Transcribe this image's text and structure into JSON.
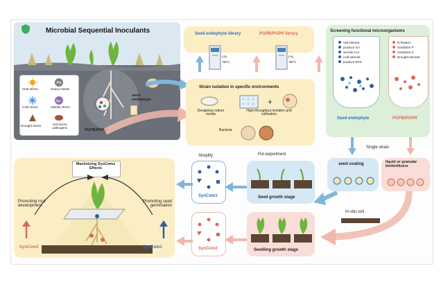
{
  "main_title": "Microbial Sequential Inoculants",
  "stress_box": {
    "heat": "Heat stress",
    "cold": "Cold stress",
    "drought": "Drought stress",
    "heavy_metals": "Heavy metals",
    "salinity": "Salinity stress",
    "pathogens": "Soil-borne pathogens",
    "heavy_metals_symbol": "Pb",
    "salinity_symbol": "Na⁺"
  },
  "seed_endophyte_label": "seed endophyte",
  "pgpb_label": "PGPB/PGPR",
  "library": {
    "seed_endophyte_library": "Seed endophyte library",
    "pgpb_library": "PGPB/PGPR library",
    "freezer_n2": "LN₂",
    "freezer_temp": "-80°C"
  },
  "isolation": {
    "title": "Strain isolation in specific environments",
    "designing": "Designing culture media",
    "high_throughput": "High-throughput isolation and cultivation",
    "bacteria": "Bacteria"
  },
  "screening": {
    "title": "Screening functional microorganisms",
    "left_traits": [
      "salt tolerant",
      "produce GA",
      "secrete IAA",
      "cold tolerant",
      "produce EPS"
    ],
    "right_traits": [
      "N-fixation",
      "Solubilize P",
      "Solubilize K",
      "Drought-tolerant"
    ],
    "seed_endophyte": "Seed endophyte",
    "pgpb": "PGPB/PGPR"
  },
  "single_strain": "Single strain",
  "seed_coating": "seed coating",
  "liquid_biofertilizers": "liquid or granular biofertilizers",
  "in_situ_soil": "In-situ soil",
  "pot_experiment": "Pot experiment",
  "seed_growth_stage": "Seed growth stage",
  "seedling_growth_stage": "Seedling growth stage",
  "simplify": "Simplify",
  "syncom1": "SynCom1",
  "syncom2": "SynCom2",
  "maximizing": "Maximizing SynComs Effects",
  "promoting_root": "Promoting root development",
  "promoting_seed": "Promoting seed germination",
  "colors": {
    "yellow_panel": "#fbeec4",
    "blue_panel": "#d5e8f3",
    "pink_panel": "#f8ddd8",
    "green_panel": "#dcefd8",
    "blue_text": "#2f6fb6",
    "red_text": "#d9695b",
    "arrow_blue": "#7fb6dc",
    "arrow_pink": "#f0b8ac"
  }
}
